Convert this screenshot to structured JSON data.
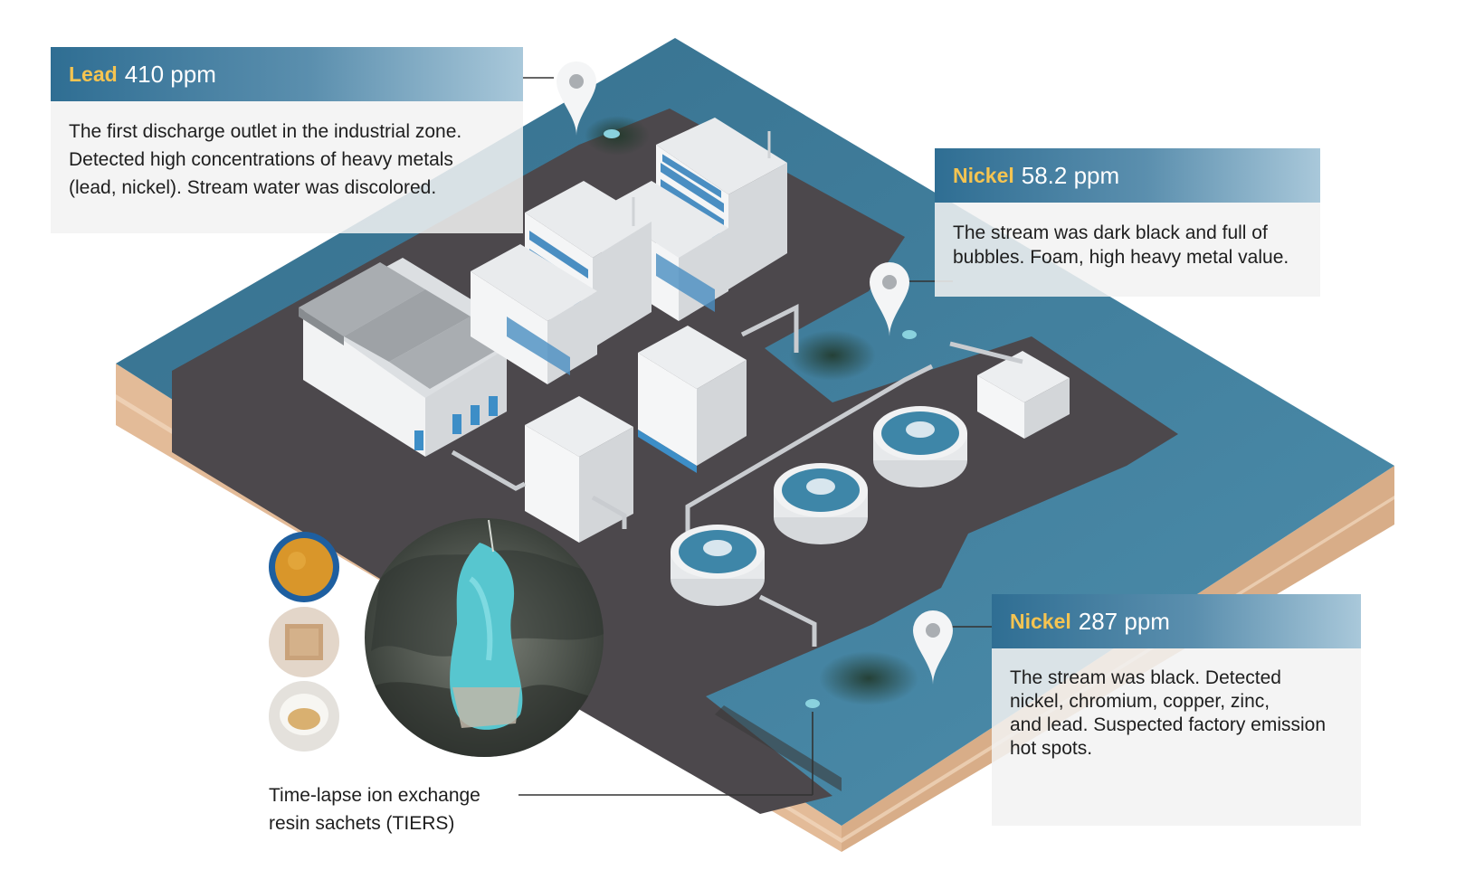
{
  "callouts": {
    "lead": {
      "metal": "Lead",
      "value": "410 ppm",
      "lines": [
        "The first discharge outlet in the industrial zone.",
        "Detected high concentrations of heavy metals",
        "(lead, nickel). Stream water was discolored."
      ]
    },
    "nickel_a": {
      "metal": "Nickel",
      "value": "58.2 ppm",
      "lines": [
        "The stream was dark black and full of",
        "bubbles. Foam, high heavy metal value."
      ]
    },
    "nickel_b": {
      "metal": "Nickel",
      "value": "287 ppm",
      "lines": [
        "The stream was black. Detected",
        "nickel, chromium, copper, zinc,",
        "and lead. Suspected factory emission",
        "hot spots."
      ]
    }
  },
  "tiers_caption": {
    "lines": [
      "Time-lapse ion exchange",
      "resin sachets (TIERS)"
    ]
  },
  "colors": {
    "water": "#3f7f9f",
    "ground": "#4b474b",
    "soil": "#e9c6a8",
    "building": "#eef0f2",
    "accent_blue": "#3d8ec7",
    "label_metal": "#f5c451"
  },
  "icons": [
    "map-pin-icon",
    "map-pin-icon",
    "map-pin-icon"
  ]
}
